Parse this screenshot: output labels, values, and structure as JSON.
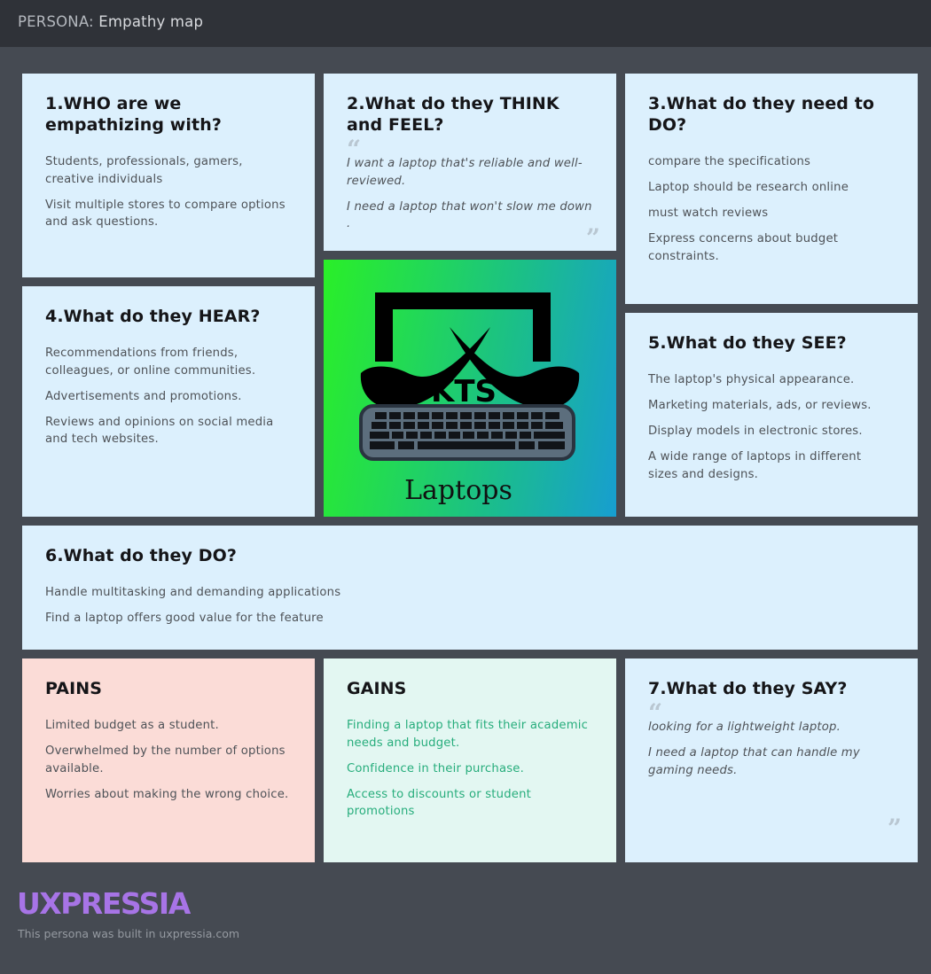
{
  "header": {
    "prefix": "PERSONA:",
    "title": "Empathy map"
  },
  "cards": {
    "who": {
      "title": "1.WHO are we empathizing with?",
      "items": [
        "Students, professionals, gamers, creative individuals",
        "Visit multiple stores to compare options and ask questions."
      ]
    },
    "think": {
      "title": "2.What do they THINK and FEEL?",
      "items": [
        "I want a laptop that's reliable and well-reviewed.",
        "I need a laptop that won't slow me down ."
      ]
    },
    "do_need": {
      "title": "3.What do they need to DO?",
      "items": [
        "compare the specifications",
        "Laptop should be  research online",
        "must watch reviews",
        "Express concerns about budget constraints."
      ]
    },
    "hear": {
      "title": "4.What do they HEAR?",
      "items": [
        "Recommendations from friends, colleagues, or online communities.",
        "Advertisements and promotions.",
        "Reviews and opinions on social media and tech websites."
      ]
    },
    "see": {
      "title": "5.What do they SEE?",
      "items": [
        "The laptop's physical appearance.",
        "Marketing materials, ads, or reviews.",
        "Display models in electronic stores.",
        "A wide range of laptops in different sizes and designs."
      ]
    },
    "do": {
      "title": "6.What do they DO?",
      "items": [
        "Handle multitasking and demanding applications",
        "Find a laptop offers good value for the feature"
      ]
    },
    "pains": {
      "title": "PAINS",
      "items": [
        "Limited budget as a student.",
        "Overwhelmed by the number of options available.",
        "Worries about making the wrong choice."
      ]
    },
    "gains": {
      "title": "GAINS",
      "items": [
        "Finding a laptop that fits their academic needs and budget.",
        "Confidence in their purchase.",
        "Access to discounts or student promotions"
      ]
    },
    "say": {
      "title": "7.What do they SAY?",
      "items": [
        "looking for a lightweight laptop.",
        "I need a laptop that can handle my gaming needs."
      ]
    }
  },
  "logo": {
    "brand_text": "KTS",
    "caption": "Laptops"
  },
  "footer": {
    "brand": "UXPRESSIA",
    "note": "This persona was built in uxpressia.com"
  },
  "colors": {
    "background": "#454a52",
    "topbar": "#2f3238",
    "card": "#dcf0fd",
    "pains": "#fbdcd7",
    "gains": "#e3f7f2",
    "gains_text": "#27ad7c",
    "brand": "#a774e6"
  }
}
